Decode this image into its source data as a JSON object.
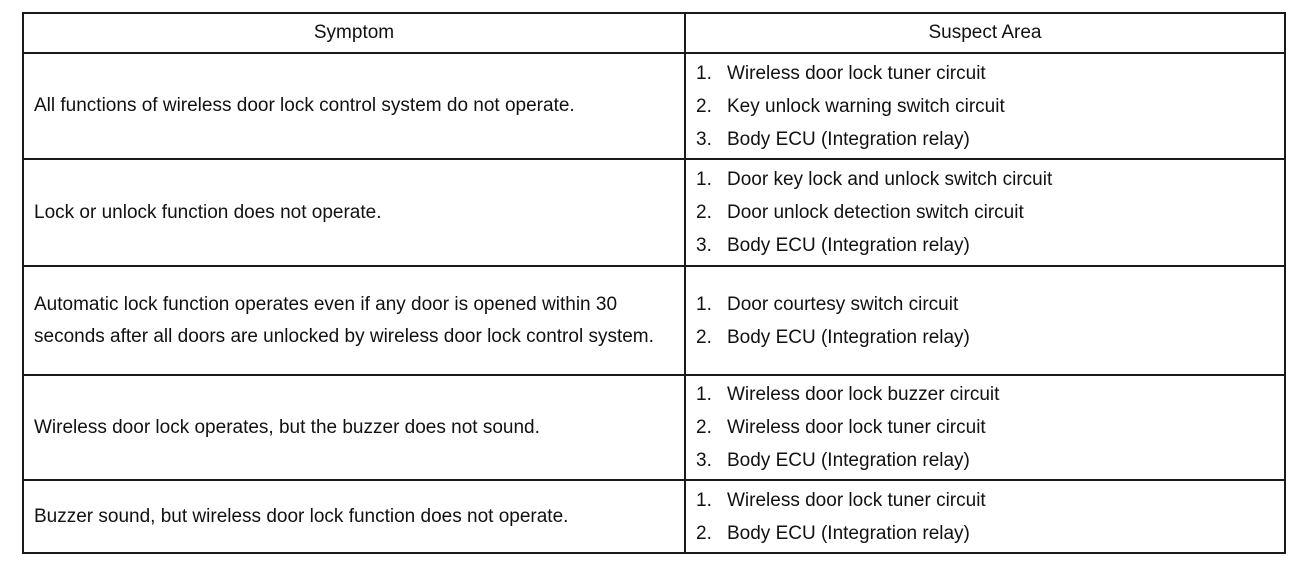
{
  "table": {
    "headers": {
      "symptom": "Symptom",
      "suspect": "Suspect Area"
    },
    "rows": [
      {
        "symptom": "All functions of wireless door lock control system do not operate.",
        "suspects": [
          {
            "num": "1.",
            "text": "Wireless door lock tuner circuit"
          },
          {
            "num": "2.",
            "text": "Key unlock warning switch circuit"
          },
          {
            "num": "3.",
            "text": "Body ECU (Integration relay)"
          }
        ]
      },
      {
        "symptom": "Lock or unlock function does not operate.",
        "suspects": [
          {
            "num": "1.",
            "text": "Door key lock and unlock switch circuit"
          },
          {
            "num": "2.",
            "text": "Door unlock detection switch circuit"
          },
          {
            "num": "3.",
            "text": "Body ECU (Integration relay)"
          }
        ]
      },
      {
        "symptom": "Automatic lock function operates even if any door is opened within 30 seconds after all doors are unlocked by wireless door lock control system.",
        "suspects": [
          {
            "num": "1.",
            "text": "Door courtesy switch circuit"
          },
          {
            "num": "2.",
            "text": "Body ECU (Integration relay)"
          }
        ]
      },
      {
        "symptom": "Wireless door lock operates, but the buzzer does not sound.",
        "suspects": [
          {
            "num": "1.",
            "text": "Wireless door lock buzzer circuit"
          },
          {
            "num": "2.",
            "text": "Wireless door lock tuner circuit"
          },
          {
            "num": "3.",
            "text": "Body ECU (Integration relay)"
          }
        ]
      },
      {
        "symptom": "Buzzer sound, but wireless door lock function does not operate.",
        "suspects": [
          {
            "num": "1.",
            "text": "Wireless door lock tuner circuit"
          },
          {
            "num": "2.",
            "text": "Body ECU (Integration relay)"
          }
        ]
      }
    ]
  }
}
